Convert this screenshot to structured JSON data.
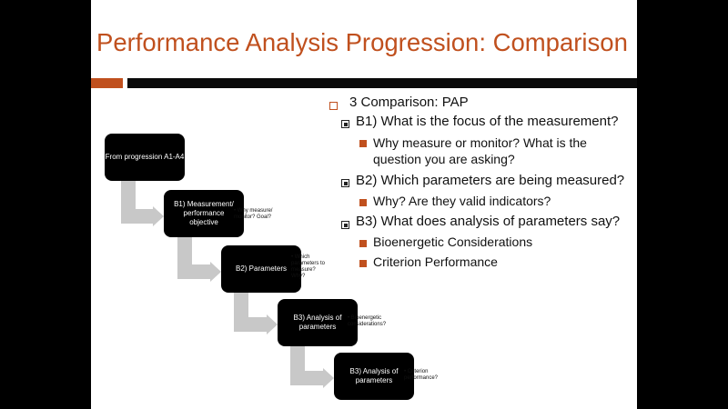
{
  "slide": {
    "title": "Performance Analysis Progression: Comparison",
    "colors": {
      "accent": "#c0501e",
      "bar": "#0a0a0a",
      "arrow": "#c8c8c8"
    }
  },
  "bullets": [
    {
      "level": 1,
      "text": "3 Comparison: PAP"
    },
    {
      "level": 2,
      "text": "B1) What is the focus of the measurement?"
    },
    {
      "level": 3,
      "text": "Why measure or monitor? What is the"
    },
    {
      "level": 3,
      "text": "question you are asking?"
    },
    {
      "level": 2,
      "text": "B2) Which parameters are being measured?"
    },
    {
      "level": 3,
      "text": "Why? Are they valid indicators?"
    },
    {
      "level": 2,
      "text": "B3) What does analysis of parameters say?"
    },
    {
      "level": 3,
      "text": "Bioenergetic Considerations"
    },
    {
      "level": 3,
      "text": "Criterion Performance"
    }
  ],
  "diagram": {
    "steps": [
      {
        "label": "From progression A1-A4",
        "note": ""
      },
      {
        "label": "B1) Measurement/ performance objective",
        "note": "• Why measure/\n   monitor? Goal?"
      },
      {
        "label": "B2) Parameters",
        "note": "• Which\n   parameters to\n   measure?\n   Why?"
      },
      {
        "label": "B3) Analysis of parameters",
        "note": "• Bioenergetic\n   considerations?"
      },
      {
        "label": "B3) Analysis of parameters",
        "note": "• Criterion\n   performance?"
      }
    ]
  }
}
